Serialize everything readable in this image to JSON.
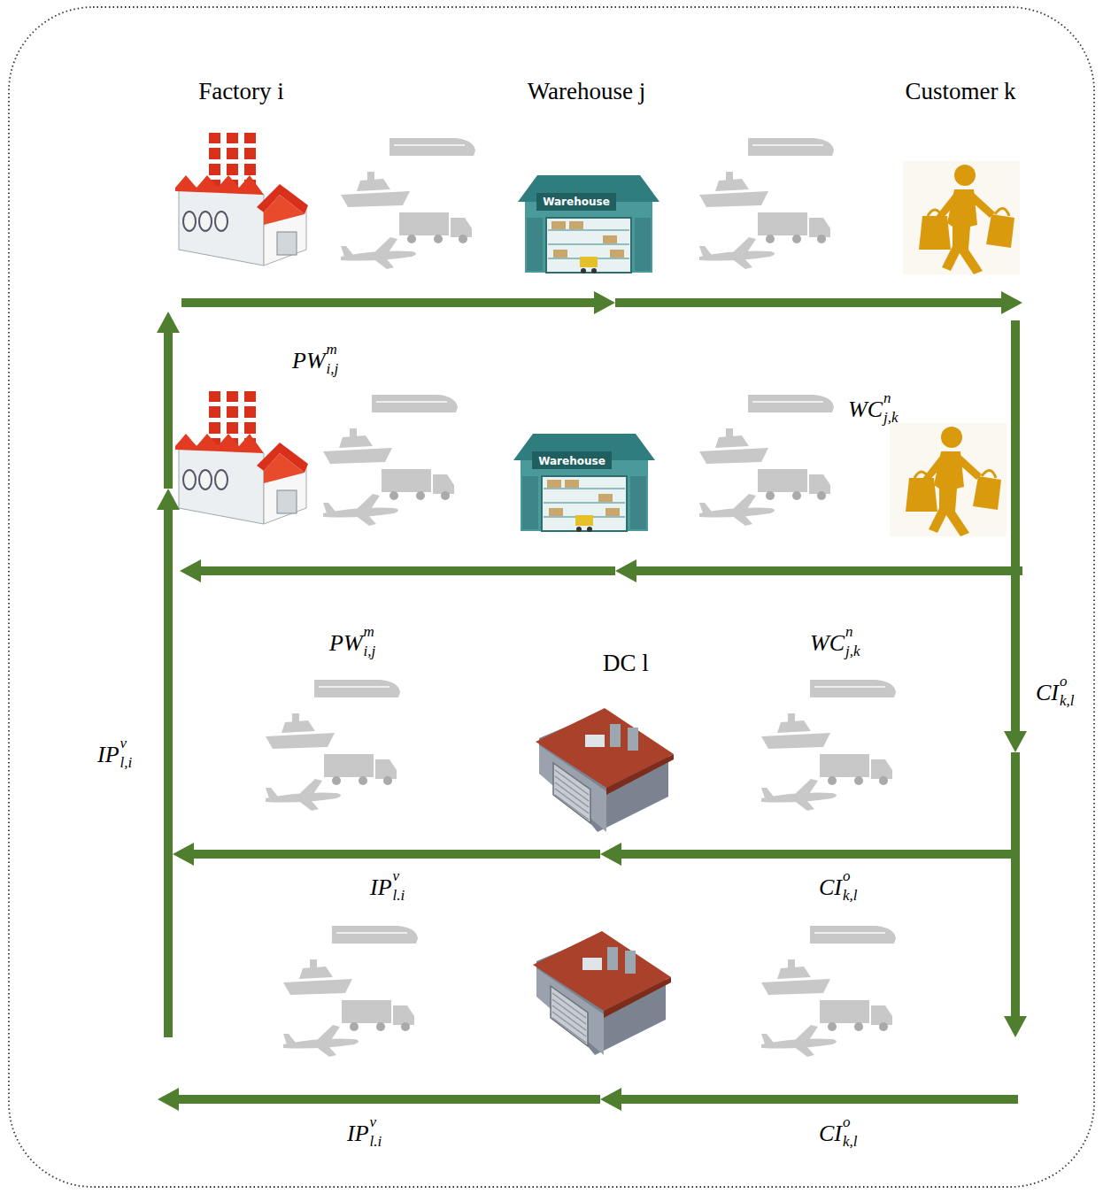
{
  "diagram": {
    "nodes": [
      {
        "text": [
          "Factory i"
        ]
      },
      {
        "text": [
          "Warehouse j",
          "Warehouse"
        ]
      },
      {
        "text": [
          "Customer k"
        ]
      },
      {
        "text": [
          "DC l"
        ]
      }
    ],
    "edges": [
      {
        "from": 0,
        "to": 1,
        "arrow": "to"
      },
      {
        "from": 1,
        "to": 2,
        "arrow": "to"
      }
    ],
    "labels": [
      "Warehouse",
      "PW",
      "m",
      "i,j",
      "WC",
      "n",
      "j,k",
      "PW",
      "m",
      "i,j",
      "WC",
      "n",
      "j,k",
      "CI",
      "o",
      "k,l",
      "IP",
      "v",
      "l,i",
      "IP",
      "v",
      "l.i",
      "CI",
      "o",
      "k,l",
      "IP",
      "v",
      "l.i",
      "CI",
      "o",
      "k,l"
    ]
  }
}
